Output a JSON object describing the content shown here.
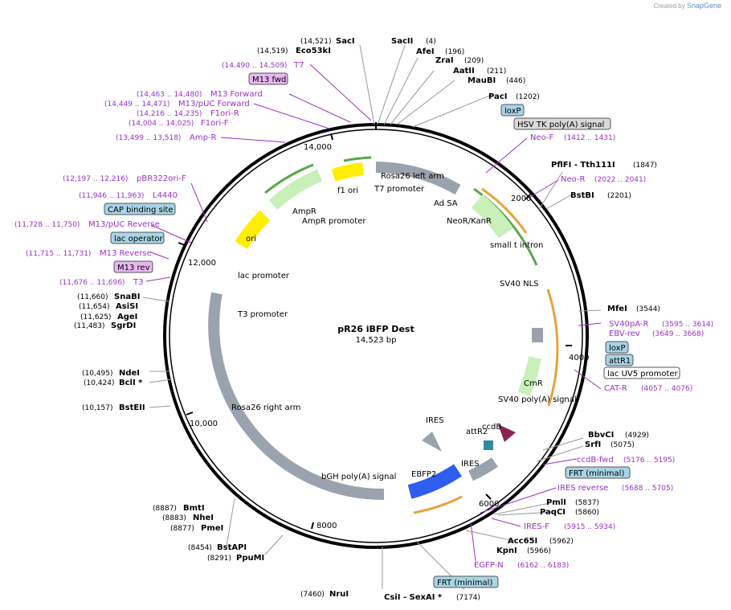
{
  "credit": {
    "prefix": "Created by",
    "brand": "SnapGene"
  },
  "plasmid": {
    "name": "pR26 iBFP Dest",
    "size": "14,523 bp",
    "length": 14523
  },
  "colors": {
    "site": "#000000",
    "primer": "#9b30c9",
    "feature_green": "#8ccf6a",
    "feature_orange": "#e6a33a",
    "feature_gray": "#9aa3ad",
    "feature_yellow": "#ffee00",
    "feature_blue": "#2f5df0",
    "feature_teal": "#2f8da0",
    "feature_maroon": "#8c2453",
    "box_blue": "#a8d4e6",
    "box_purple": "#e8b7f0",
    "box_gray": "#d9d9d9"
  },
  "ticks": [
    "2000",
    "4000",
    "6000",
    "8000",
    "10,000",
    "12,000",
    "14,000"
  ],
  "sites": [
    {
      "text": "(14,521)",
      "name": "SacI",
      "bold": true
    },
    {
      "text": "(14,519)",
      "name": "Eco53kI",
      "bold": true
    },
    {
      "name": "SacII",
      "pos": "(4)"
    },
    {
      "name": "AfeI",
      "pos": "(196)"
    },
    {
      "name": "ZraI",
      "pos": "(209)"
    },
    {
      "name": "AatII",
      "pos": "(211)"
    },
    {
      "name": "MauBI",
      "pos": "(446)"
    },
    {
      "name": "PacI",
      "pos": "(1202)"
    },
    {
      "name": "PflFI - Tth111I",
      "pos": "(1847)"
    },
    {
      "name": "BstBI",
      "pos": "(2201)"
    },
    {
      "name": "MfeI",
      "pos": "(3544)"
    },
    {
      "name": "BbvCI",
      "pos": "(4929)"
    },
    {
      "name": "SrfI",
      "pos": "(5075)"
    },
    {
      "name": "PmlI",
      "pos": "(5837)"
    },
    {
      "name": "PaqCI",
      "pos": "(5860)"
    },
    {
      "name": "Acc65I",
      "pos": "(5962)"
    },
    {
      "name": "KpnI",
      "pos": "(5966)"
    },
    {
      "name": "CsiI - SexAI *",
      "pos": "(7174)"
    },
    {
      "name": "NruI",
      "pos": "(7460)"
    },
    {
      "name": "BstAPI",
      "pos": "(8454)"
    },
    {
      "name": "PpuMI",
      "pos": "(8291)"
    },
    {
      "name": "BstEII",
      "pos": "(10,157)"
    },
    {
      "name": "NdeI",
      "pos": "(10,495)"
    },
    {
      "name": "BclI *",
      "pos": "(10,424)"
    },
    {
      "name": "BmtI",
      "pos": "(8887)"
    },
    {
      "name": "NheI",
      "pos": "(8883)"
    },
    {
      "name": "PmeI",
      "pos": "(8877)"
    },
    {
      "name": "SnaBI",
      "pos": "(11,660)"
    },
    {
      "name": "AsiSI",
      "pos": "(11,654)"
    },
    {
      "name": "AgeI",
      "pos": "(11,625)"
    },
    {
      "name": "SgrDI",
      "pos": "(11,483)"
    }
  ],
  "primers": [
    {
      "name": "T7",
      "pos": "(14,490 .. 14,509)"
    },
    {
      "name": "M13 Forward",
      "pos": "(14,463 .. 14,480)"
    },
    {
      "name": "M13/pUC Forward",
      "pos": "(14,449 .. 14,471)"
    },
    {
      "name": "F1ori-R",
      "pos": "(14,216 .. 14,235)"
    },
    {
      "name": "F1ori-F",
      "pos": "(14,004 .. 14,025)"
    },
    {
      "name": "Amp-R",
      "pos": "(13,499 .. 13,518)"
    },
    {
      "name": "pBR322ori-F",
      "pos": "(12,197 .. 12,216)"
    },
    {
      "name": "L4440",
      "pos": "(11,946 .. 11,963)"
    },
    {
      "name": "M13/pUC Reverse",
      "pos": "(11,728 .. 11,750)"
    },
    {
      "name": "M13 Reverse",
      "pos": "(11,715 .. 11,731)"
    },
    {
      "name": "T3",
      "pos": "(11,676 .. 11,696)"
    },
    {
      "name": "Neo-F",
      "pos": "(1412 .. 1431)"
    },
    {
      "name": "Neo-R",
      "pos": "(2022 .. 2041)"
    },
    {
      "name": "SV40pA-R",
      "pos": "(3595 .. 3614)"
    },
    {
      "name": "EBV-rev",
      "pos": "(3649 .. 3668)"
    },
    {
      "name": "CAT-R",
      "pos": "(4057 .. 4076)"
    },
    {
      "name": "ccdB-fwd",
      "pos": "(5176 .. 5195)"
    },
    {
      "name": "IRES reverse",
      "pos": "(5688 .. 5705)"
    },
    {
      "name": "IRES-F",
      "pos": "(5915 .. 5934)"
    },
    {
      "name": "EGFP-N",
      "pos": "(6162 .. 6183)"
    }
  ],
  "boxes": [
    "M13 fwd",
    "loxP",
    "HSV TK poly(A) signal",
    "CAP binding site",
    "lac operator",
    "M13 rev",
    "loxP",
    "attR1",
    "lac UV5 promoter",
    "FRT (minimal)",
    "FRT (minimal)"
  ],
  "features": [
    "Rosa26 left arm",
    "T7 promoter",
    "Ad SA",
    "NeoR/KanR",
    "small t intron",
    "SV40 NLS",
    "SV40 poly(A) signal",
    "CmR",
    "ccdB",
    "attR2",
    "IRES",
    "IRES",
    "EBFP2",
    "bGH poly(A) signal",
    "Rosa26 right arm",
    "T3 promoter",
    "lac promoter",
    "ori",
    "AmpR",
    "AmpR promoter",
    "f1 ori"
  ]
}
